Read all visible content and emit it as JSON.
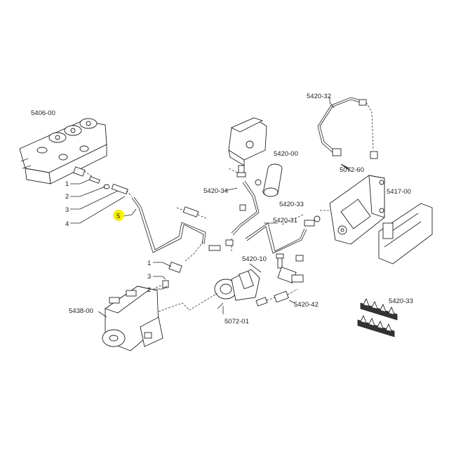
{
  "labels": {
    "cyl_head": "5406-00",
    "filter": "5420-00",
    "pipe_top": "5420-32",
    "conn_top": "5072-60",
    "pipe_34": "5420-34",
    "pipe_33": "5420-33",
    "pipe_31": "5420-31",
    "ecu": "5417-00",
    "pipe_10": "5420-10",
    "compressor": "5438-00",
    "pump": "5072-01",
    "pipe_42": "5420-42",
    "clips": "5420-33",
    "item_1a": "1",
    "item_2a": "2",
    "item_3a": "3",
    "item_4a": "4",
    "item_5": "5",
    "item_1b": "1",
    "item_3b": "3",
    "item_2b": "2"
  },
  "colors": {
    "highlight": "#f5f200",
    "line": "#222222"
  }
}
